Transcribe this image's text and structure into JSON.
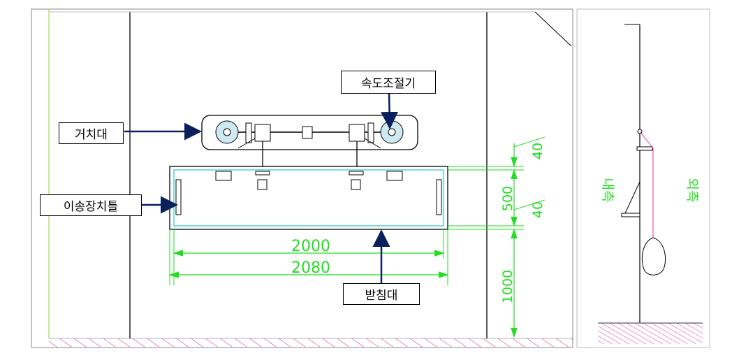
{
  "labels": {
    "speed_controller": "속도조절기",
    "mount": "거치대",
    "transfer_frame": "이송장치틀",
    "support": "받침대"
  },
  "dimensions": {
    "width_inner": "2000",
    "width_outer": "2080",
    "top_gap": "40",
    "height_frame": "500",
    "bottom_gap": "40",
    "height_support": "1000"
  },
  "side_view": {
    "inner_side": "내측",
    "outer_side": "외측"
  },
  "colors": {
    "dimension": "#22dd22",
    "arrow": "#0a1f5c",
    "frame": "#33cccc",
    "hatch": "#ee3399"
  }
}
